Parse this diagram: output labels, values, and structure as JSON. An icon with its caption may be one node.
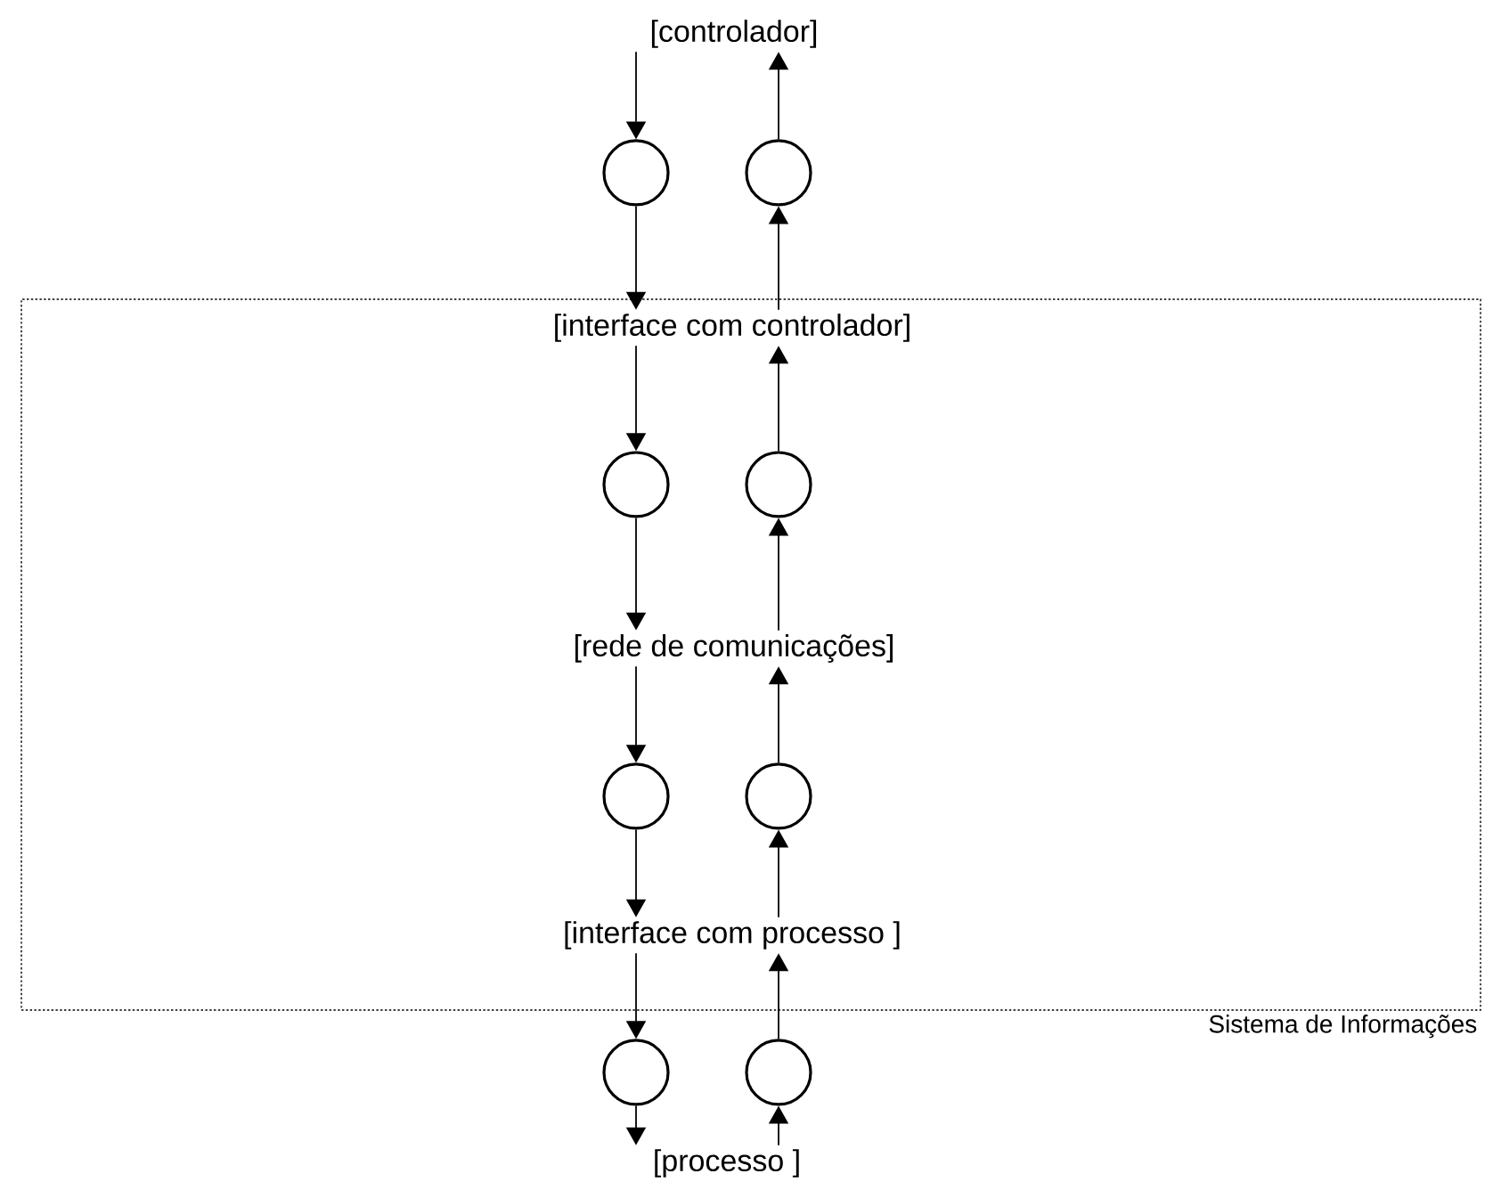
{
  "diagram": {
    "nodes": [
      {
        "text": [
          "[controlador]"
        ]
      },
      {
        "text": [],
        "shape": "circle"
      },
      {
        "text": [],
        "shape": "circle"
      },
      {
        "text": [
          "Sistema de Informações"
        ]
      },
      {
        "text": [
          "[interface com controlador]"
        ],
        "in": 3
      },
      {
        "text": [],
        "shape": "circle",
        "in": 3
      },
      {
        "text": [],
        "shape": "circle",
        "in": 3
      },
      {
        "text": [
          "[rede de comunicações]"
        ],
        "in": 3
      },
      {
        "text": [],
        "shape": "circle",
        "in": 3
      },
      {
        "text": [],
        "shape": "circle",
        "in": 3
      },
      {
        "text": [
          "[interface com processo ]"
        ],
        "in": 3
      },
      {
        "text": [],
        "shape": "circle"
      },
      {
        "text": [],
        "shape": "circle"
      },
      {
        "text": [
          "[processo ]"
        ]
      }
    ],
    "edges": [
      {
        "from": 0,
        "to": 1,
        "arrow": "to"
      },
      {
        "from": 1,
        "to": 4,
        "arrow": "to"
      },
      {
        "from": 4,
        "to": 2,
        "arrow": "to"
      },
      {
        "from": 2,
        "to": 0,
        "arrow": "to"
      },
      {
        "from": 4,
        "to": 5,
        "arrow": "to"
      },
      {
        "from": 5,
        "to": 7,
        "arrow": "to"
      },
      {
        "from": 7,
        "to": 6,
        "arrow": "to"
      },
      {
        "from": 6,
        "to": 4,
        "arrow": "to"
      },
      {
        "from": 7,
        "to": 8,
        "arrow": "to"
      },
      {
        "from": 8,
        "to": 10,
        "arrow": "to"
      },
      {
        "from": 10,
        "to": 9,
        "arrow": "to"
      },
      {
        "from": 9,
        "to": 7,
        "arrow": "to"
      },
      {
        "from": 10,
        "to": 11,
        "arrow": "to"
      },
      {
        "from": 11,
        "to": 13,
        "arrow": "to"
      },
      {
        "from": 13,
        "to": 12,
        "arrow": "to"
      },
      {
        "from": 12,
        "to": 10,
        "arrow": "to"
      }
    ]
  }
}
